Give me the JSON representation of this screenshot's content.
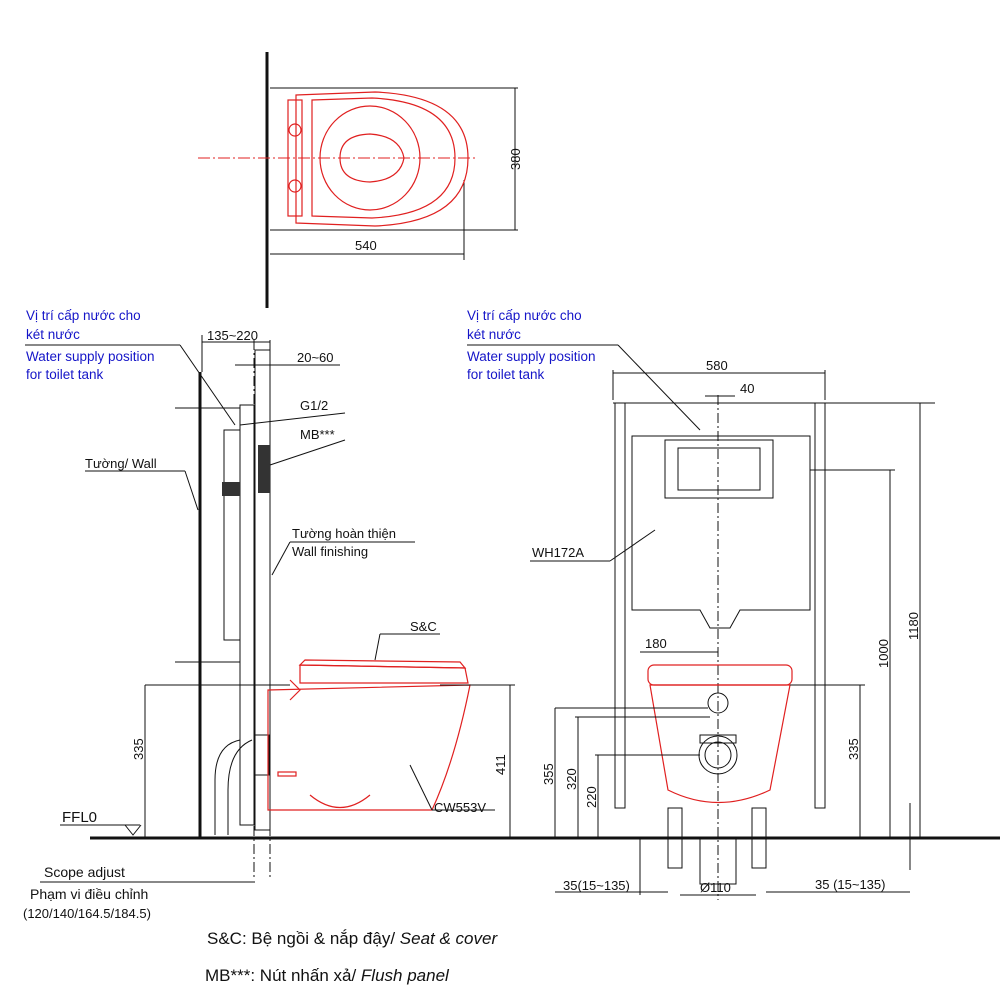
{
  "top_view": {
    "dim_width": "380",
    "dim_length": "540"
  },
  "side_view": {
    "supply_vi_1": "Vị trí cấp nước cho",
    "supply_vi_2": "két nước",
    "supply_en_1": "Water supply position",
    "supply_en_2": "for toilet tank",
    "dim_135_220": "135~220",
    "dim_20_60": "20~60",
    "g12": "G1/2",
    "mb": "MB***",
    "wall": "Tường/ Wall",
    "wall_finish_vi": "Tường hoàn thiện",
    "wall_finish_en": "Wall finishing",
    "sc": "S&C",
    "dim_335": "335",
    "dim_411": "411",
    "model_bowl": "CW553V",
    "ffl": "FFL0",
    "scope_en": "Scope adjust",
    "scope_vi": "Phạm vi điều chỉnh",
    "scope_values": "(120/140/164.5/184.5)"
  },
  "front_view": {
    "supply_vi_1": "Vị trí cấp nước cho",
    "supply_vi_2": "két nước",
    "supply_en_1": "Water supply position",
    "supply_en_2": "for toilet tank",
    "dim_580": "580",
    "dim_40": "40",
    "model_frame": "WH172A",
    "dim_180": "180",
    "dim_355": "355",
    "dim_320": "320",
    "dim_220": "220",
    "dim_335": "335",
    "dim_1000": "1000",
    "dim_1180": "1180",
    "dim_35_left": "35(15~135)",
    "dim_110": "Ø110",
    "dim_35_right": "35 (15~135)"
  },
  "legend": {
    "sc_prefix": "S&C: Bệ ngồi & nắp đậy/ ",
    "sc_en": "Seat & cover",
    "mb_prefix": "MB***: Nút nhấn xả/ ",
    "mb_en": "Flush panel"
  }
}
